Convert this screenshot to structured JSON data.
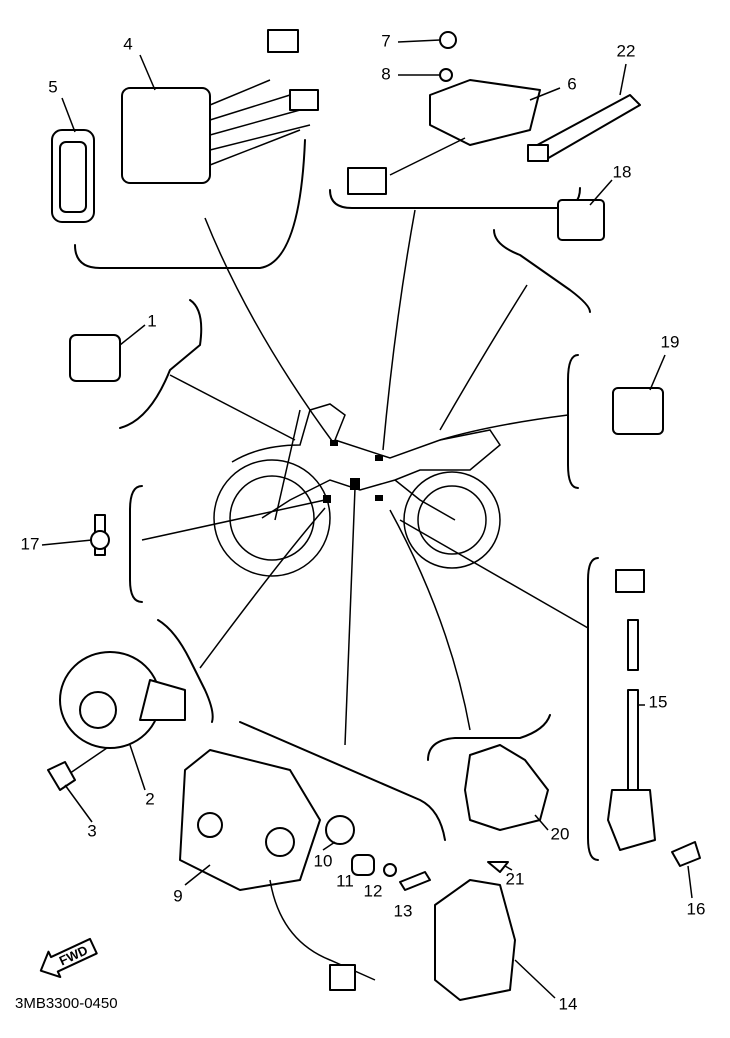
{
  "diagram": {
    "part_labels": [
      "1",
      "2",
      "3",
      "4",
      "5",
      "6",
      "7",
      "8",
      "9",
      "10",
      "11",
      "12",
      "13",
      "14",
      "15",
      "16",
      "17",
      "18",
      "19",
      "20",
      "21",
      "22"
    ],
    "fwd_label": "FWD",
    "drawing_code": "3MB3300-0450"
  }
}
